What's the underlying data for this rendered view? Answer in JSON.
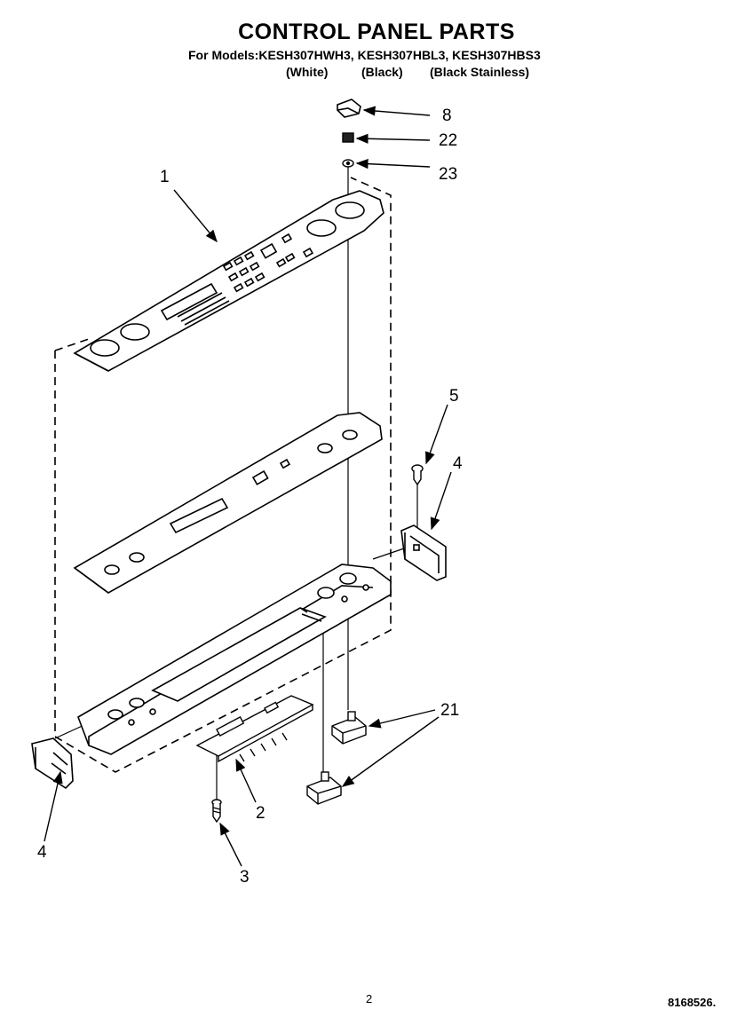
{
  "title": "CONTROL PANEL PARTS",
  "models_line": "For Models:KESH307HWH3, KESH307HBL3, KESH307HBS3",
  "variants": [
    "(White)",
    "(Black)",
    "(Black Stainless)"
  ],
  "callouts": {
    "c1": "1",
    "c2": "2",
    "c3": "3",
    "c4a": "4",
    "c4b": "4",
    "c5": "5",
    "c8": "8",
    "c21": "21",
    "c22": "22",
    "c23": "23"
  },
  "page_number": "2",
  "document_number": "8168526."
}
